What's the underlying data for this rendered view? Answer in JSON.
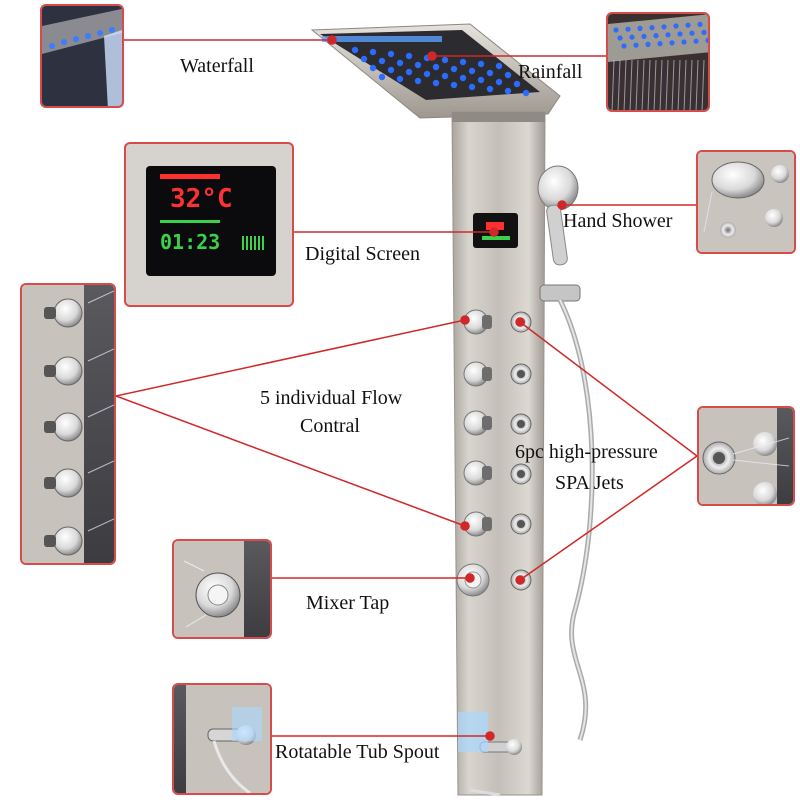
{
  "labels": {
    "waterfall": "Waterfall",
    "rainfall": "Rainfall",
    "hand_shower": "Hand Shower",
    "digital_screen": "Digital Screen",
    "flow_control_line1": "5 individual Flow",
    "flow_control_line2": "Contral",
    "spa_jets_line1": "6pc high-pressure",
    "spa_jets_line2": "SPA Jets",
    "mixer_tap": "Mixer Tap",
    "tub_spout": "Rotatable Tub Spout"
  },
  "screen": {
    "temperature": "32°C",
    "time": "01:23"
  },
  "colors": {
    "callout_line": "#d02828",
    "inset_border": "#d64b4b",
    "led_blue": "#2a6cff",
    "screen_red": "#ff3030",
    "screen_green": "#39d24a",
    "steel": "#c9c4bd"
  },
  "counts": {
    "flow_controls": 5,
    "spa_jets": 6
  }
}
